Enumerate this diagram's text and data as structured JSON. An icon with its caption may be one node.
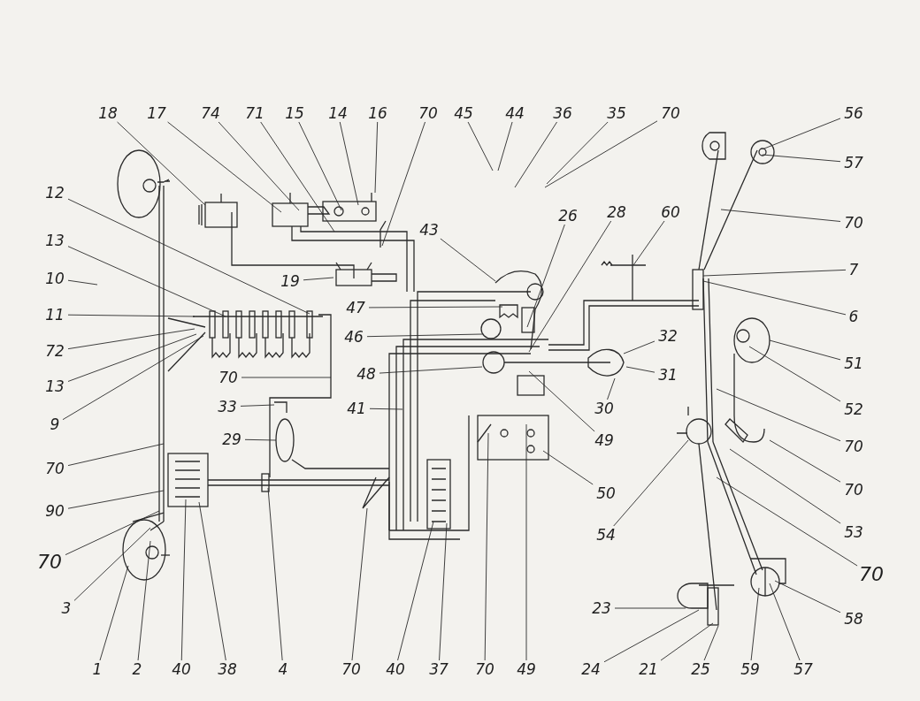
{
  "diagram": {
    "nodes": [
      {
        "text": [
          "18"
        ]
      },
      {
        "text": [
          "17"
        ]
      },
      {
        "text": [
          "74"
        ]
      },
      {
        "text": [
          "71"
        ]
      },
      {
        "text": [
          "15"
        ]
      },
      {
        "text": [
          "14"
        ]
      },
      {
        "text": [
          "16"
        ]
      },
      {
        "text": [
          "70"
        ]
      },
      {
        "text": [
          "45"
        ]
      },
      {
        "text": [
          "44"
        ]
      },
      {
        "text": [
          "36"
        ]
      },
      {
        "text": [
          "35"
        ]
      },
      {
        "text": [
          "70"
        ]
      },
      {
        "text": [
          "56"
        ]
      },
      {
        "text": [
          "57"
        ]
      },
      {
        "text": [
          "70"
        ]
      },
      {
        "text": [
          "12"
        ]
      },
      {
        "text": [
          "13"
        ]
      },
      {
        "text": [
          "43"
        ]
      },
      {
        "text": [
          "26"
        ]
      },
      {
        "text": [
          "28"
        ]
      },
      {
        "text": [
          "60"
        ]
      },
      {
        "text": [
          "7"
        ]
      },
      {
        "text": [
          "6"
        ]
      },
      {
        "text": [
          "10"
        ]
      },
      {
        "text": [
          "19"
        ]
      },
      {
        "text": [
          "47"
        ]
      },
      {
        "text": [
          "11"
        ]
      },
      {
        "text": [
          "46"
        ]
      },
      {
        "text": [
          "32"
        ]
      },
      {
        "text": [
          "72"
        ]
      },
      {
        "text": [
          "51"
        ]
      },
      {
        "text": [
          "48"
        ]
      },
      {
        "text": [
          "31"
        ]
      },
      {
        "text": [
          "70"
        ]
      },
      {
        "text": [
          "13"
        ]
      },
      {
        "text": [
          "33"
        ]
      },
      {
        "text": [
          "41"
        ]
      },
      {
        "text": [
          "30"
        ]
      },
      {
        "text": [
          "52"
        ]
      },
      {
        "text": [
          "9"
        ]
      },
      {
        "text": [
          "49"
        ]
      },
      {
        "text": [
          "70"
        ]
      },
      {
        "text": [
          "70"
        ]
      },
      {
        "text": [
          "29"
        ]
      },
      {
        "text": [
          "70"
        ]
      },
      {
        "text": [
          "50"
        ]
      },
      {
        "text": [
          "90"
        ]
      },
      {
        "text": [
          "53"
        ]
      },
      {
        "text": [
          "54"
        ]
      },
      {
        "text": [
          "70"
        ]
      },
      {
        "text": [
          "70"
        ]
      },
      {
        "text": [
          "3"
        ]
      },
      {
        "text": [
          "23"
        ]
      },
      {
        "text": [
          "58"
        ]
      },
      {
        "text": [
          "1"
        ]
      },
      {
        "text": [
          "2"
        ]
      },
      {
        "text": [
          "40"
        ]
      },
      {
        "text": [
          "38"
        ]
      },
      {
        "text": [
          "4"
        ]
      },
      {
        "text": [
          "70"
        ]
      },
      {
        "text": [
          "40"
        ]
      },
      {
        "text": [
          "37"
        ]
      },
      {
        "text": [
          "70"
        ]
      },
      {
        "text": [
          "49"
        ]
      },
      {
        "text": [
          "24"
        ]
      },
      {
        "text": [
          "21"
        ]
      },
      {
        "text": [
          "25"
        ]
      },
      {
        "text": [
          "59"
        ]
      },
      {
        "text": [
          "57"
        ]
      }
    ],
    "edges": [
      {
        "from": 0,
        "to": null,
        "arrow": "none"
      },
      {
        "from": 1,
        "to": null,
        "arrow": "none"
      },
      {
        "from": 2,
        "to": null,
        "arrow": "none"
      },
      {
        "from": 3,
        "to": null,
        "arrow": "none"
      },
      {
        "from": 4,
        "to": null,
        "arrow": "none"
      },
      {
        "from": 5,
        "to": null,
        "arrow": "none"
      },
      {
        "from": 6,
        "to": null,
        "arrow": "none"
      },
      {
        "from": 7,
        "to": null,
        "arrow": "none"
      },
      {
        "from": 8,
        "to": null,
        "arrow": "none"
      },
      {
        "from": 9,
        "to": null,
        "arrow": "none"
      },
      {
        "from": 10,
        "to": null,
        "arrow": "none"
      },
      {
        "from": 11,
        "to": null,
        "arrow": "none"
      },
      {
        "from": 12,
        "to": null,
        "arrow": "none"
      },
      {
        "from": 13,
        "to": null,
        "arrow": "none"
      },
      {
        "from": 14,
        "to": null,
        "arrow": "none"
      },
      {
        "from": 15,
        "to": null,
        "arrow": "none"
      },
      {
        "from": 16,
        "to": null,
        "arrow": "none"
      },
      {
        "from": 17,
        "to": null,
        "arrow": "none"
      },
      {
        "from": 18,
        "to": null,
        "arrow": "none"
      },
      {
        "from": 19,
        "to": null,
        "arrow": "none"
      },
      {
        "from": 20,
        "to": null,
        "arrow": "none"
      },
      {
        "from": 21,
        "to": null,
        "arrow": "none"
      },
      {
        "from": 22,
        "to": null,
        "arrow": "none"
      },
      {
        "from": 23,
        "to": null,
        "arrow": "none"
      },
      {
        "from": 24,
        "to": null,
        "arrow": "none"
      },
      {
        "from": 25,
        "to": null,
        "arrow": "none"
      },
      {
        "from": 26,
        "to": null,
        "arrow": "none"
      },
      {
        "from": 27,
        "to": null,
        "arrow": "none"
      },
      {
        "from": 28,
        "to": null,
        "arrow": "none"
      },
      {
        "from": 29,
        "to": null,
        "arrow": "none"
      },
      {
        "from": 30,
        "to": null,
        "arrow": "none"
      },
      {
        "from": 31,
        "to": null,
        "arrow": "none"
      },
      {
        "from": 32,
        "to": null,
        "arrow": "none"
      },
      {
        "from": 33,
        "to": null,
        "arrow": "none"
      },
      {
        "from": 34,
        "to": null,
        "arrow": "none"
      },
      {
        "from": 35,
        "to": null,
        "arrow": "none"
      },
      {
        "from": 36,
        "to": null,
        "arrow": "none"
      },
      {
        "from": 37,
        "to": null,
        "arrow": "none"
      },
      {
        "from": 38,
        "to": null,
        "arrow": "none"
      },
      {
        "from": 39,
        "to": null,
        "arrow": "none"
      },
      {
        "from": 40,
        "to": null,
        "arrow": "none"
      },
      {
        "from": 41,
        "to": null,
        "arrow": "none"
      },
      {
        "from": 42,
        "to": null,
        "arrow": "none"
      },
      {
        "from": 43,
        "to": null,
        "arrow": "none"
      },
      {
        "from": 44,
        "to": null,
        "arrow": "none"
      },
      {
        "from": 45,
        "to": null,
        "arrow": "none"
      },
      {
        "from": 46,
        "to": null,
        "arrow": "none"
      },
      {
        "from": 47,
        "to": null,
        "arrow": "none"
      },
      {
        "from": 48,
        "to": null,
        "arrow": "none"
      },
      {
        "from": 49,
        "to": null,
        "arrow": "none"
      },
      {
        "from": 50,
        "to": null,
        "arrow": "none"
      },
      {
        "from": 51,
        "to": null,
        "arrow": "none"
      },
      {
        "from": 52,
        "to": null,
        "arrow": "none"
      },
      {
        "from": 53,
        "to": null,
        "arrow": "none"
      },
      {
        "from": 54,
        "to": null,
        "arrow": "none"
      },
      {
        "from": 55,
        "to": null,
        "arrow": "none"
      },
      {
        "from": 56,
        "to": null,
        "arrow": "none"
      },
      {
        "from": 57,
        "to": null,
        "arrow": "none"
      },
      {
        "from": 58,
        "to": null,
        "arrow": "none"
      },
      {
        "from": 59,
        "to": null,
        "arrow": "none"
      },
      {
        "from": 60,
        "to": null,
        "arrow": "none"
      },
      {
        "from": 61,
        "to": null,
        "arrow": "none"
      },
      {
        "from": 62,
        "to": null,
        "arrow": "none"
      },
      {
        "from": 63,
        "to": null,
        "arrow": "none"
      },
      {
        "from": 64,
        "to": null,
        "arrow": "none"
      },
      {
        "from": 65,
        "to": null,
        "arrow": "none"
      },
      {
        "from": 66,
        "to": null,
        "arrow": "none"
      },
      {
        "from": 67,
        "to": null,
        "arrow": "none"
      },
      {
        "from": 68,
        "to": null,
        "arrow": "none"
      },
      {
        "from": 69,
        "to": null,
        "arrow": "none"
      }
    ]
  }
}
